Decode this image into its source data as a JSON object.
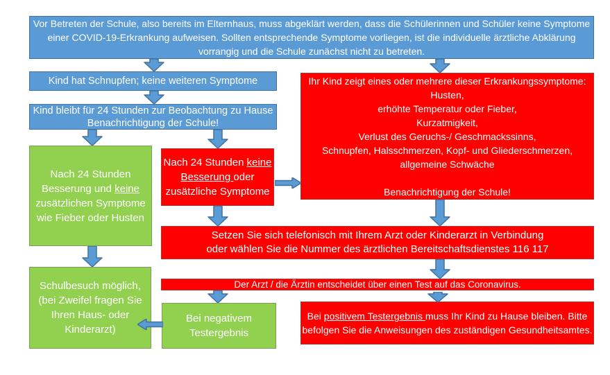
{
  "flowchart": {
    "title_semantic": "COVID-19 Schul-Entscheidungsdiagramm",
    "colors": {
      "blue_fill": "#5B9BD5",
      "blue_border": "#41719C",
      "red_fill": "#FF0000",
      "red_border": "#A93830",
      "green_fill": "#92D050",
      "green_border": "#7BA05B",
      "arrow_fill": "#5B9BD5",
      "arrow_border": "#41719C",
      "text": "#FFFFFF"
    },
    "boxes": {
      "top": {
        "lines": [
          "Vor Betreten der Schule, also bereits im Elternhaus, muss abgeklärt werden, dass die Schülerinnen und Schüler keine Symptome",
          "einer COVID-19-Erkrankung aufweisen. Sollten entsprechende Symptome vorliegen, ist die individuelle ärztliche Abklärung",
          "vorrangig und die Schule zunächst nicht zu betreten."
        ]
      },
      "schnupfen": {
        "text": "Kind hat Schnupfen; keine weiteren Symptome"
      },
      "beobachtung": {
        "line1": "Kind bleibt für 24 Stunden zur Beobachtung zu Hause",
        "line2": "Benachrichtigung der Schule!"
      },
      "besserung": {
        "l1": "Nach 24 Stunden",
        "l2a": "Besserung und ",
        "l2b": "keine",
        "l3": "zusätzlichen Symptome",
        "l4": "wie Fieber oder Husten"
      },
      "keine_besserung": {
        "l1a": "Nach 24 Stunden ",
        "l1b": "keine",
        "l2a": "Besserung ",
        "l2b": "oder",
        "l3": "zusätzliche Symptome"
      },
      "symptome": {
        "l1": "Ihr Kind zeigt eines oder mehrere dieser  Erkrankungssymptome:",
        "l2": "Husten,",
        "l3": "erhöhte Temperatur oder Fieber,",
        "l4": "Kurzatmigkeit,",
        "l5": "Verlust des Geruchs-/ Geschmackssinns,",
        "l6": "Schnupfen, Halsschmerzen, Kopf- und Gliederschmerzen,",
        "l7": "allgemeine Schwäche",
        "l8": "Benachrichtigung der Schule!"
      },
      "arzt_kontakt": {
        "line1": "Setzen Sie sich telefonisch mit Ihrem Arzt oder Kinderarzt in Verbindung",
        "line2": "oder wählen Sie die Nummer des ärztlichen Bereitschaftsdienstes 116 117"
      },
      "schulbesuch": {
        "l1": "Schulbesuch möglich,",
        "l2": "(bei Zweifel fragen Sie",
        "l3": "Ihren Haus- oder",
        "l4": "Kinderarzt)"
      },
      "test_entscheidung": {
        "text": "Der Arzt / die Ärztin entscheidet über einen Test auf das Coronavirus."
      },
      "negativ": {
        "l1": "Bei negativem",
        "l2": "Testergebnis"
      },
      "positiv": {
        "l1a": "Bei ",
        "l1b": "positivem Testergebnis ",
        "l1c": "muss Ihr Kind zu Hause bleiben. Bitte",
        "l2": "befolgen Sie die Anweisungen des zuständigen Gesundheitsamtes."
      }
    }
  }
}
